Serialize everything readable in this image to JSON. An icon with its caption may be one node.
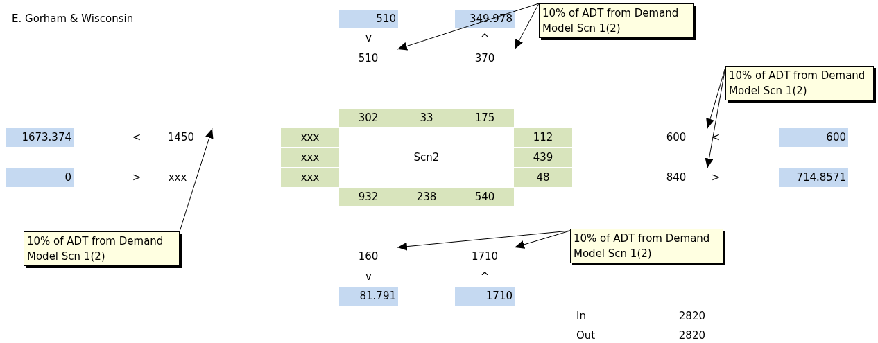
{
  "diagram": {
    "nodes": [
      {
        "text": [
          "10% of ADT from Demand Model Scn 1(2)"
        ]
      },
      {
        "text": [
          "510"
        ]
      },
      {
        "text": [
          "370"
        ]
      },
      {
        "text": [
          "10% of ADT from Demand Model Scn 1(2)"
        ]
      },
      {
        "text": [
          "600"
        ]
      },
      {
        "text": [
          "840"
        ]
      },
      {
        "text": [
          "10% of ADT from Demand Model Scn 1(2)"
        ]
      },
      {
        "text": [
          "1450"
        ]
      },
      {
        "text": [
          "10% of ADT from Demand Model Scn 1(2)"
        ]
      },
      {
        "text": [
          "160"
        ]
      },
      {
        "text": [
          "1710"
        ]
      }
    ],
    "edges": [
      {
        "from": 0,
        "to": 1,
        "arrow": "to"
      },
      {
        "from": 0,
        "to": 2,
        "arrow": "to"
      },
      {
        "from": 3,
        "to": 4,
        "arrow": "to"
      },
      {
        "from": 3,
        "to": 5,
        "arrow": "to"
      },
      {
        "from": 6,
        "to": 7,
        "arrow": "to"
      },
      {
        "from": 8,
        "to": 9,
        "arrow": "to"
      },
      {
        "from": 8,
        "to": 10,
        "arrow": "to"
      }
    ],
    "labels": [
      "E. Gorham & Wisconsin",
      "510",
      "349.978",
      "v",
      "^",
      "302",
      "33",
      "175",
      "1673.374",
      "<",
      "xxx",
      "112",
      "<",
      "600",
      "xxx",
      "Scn2",
      "439",
      "0",
      ">",
      "xxx",
      "xxx",
      "48",
      ">",
      "714.8571",
      "932",
      "238",
      "540",
      "v",
      "^",
      "81.791",
      "1710",
      "In",
      "2820",
      "Out",
      "2820"
    ]
  }
}
